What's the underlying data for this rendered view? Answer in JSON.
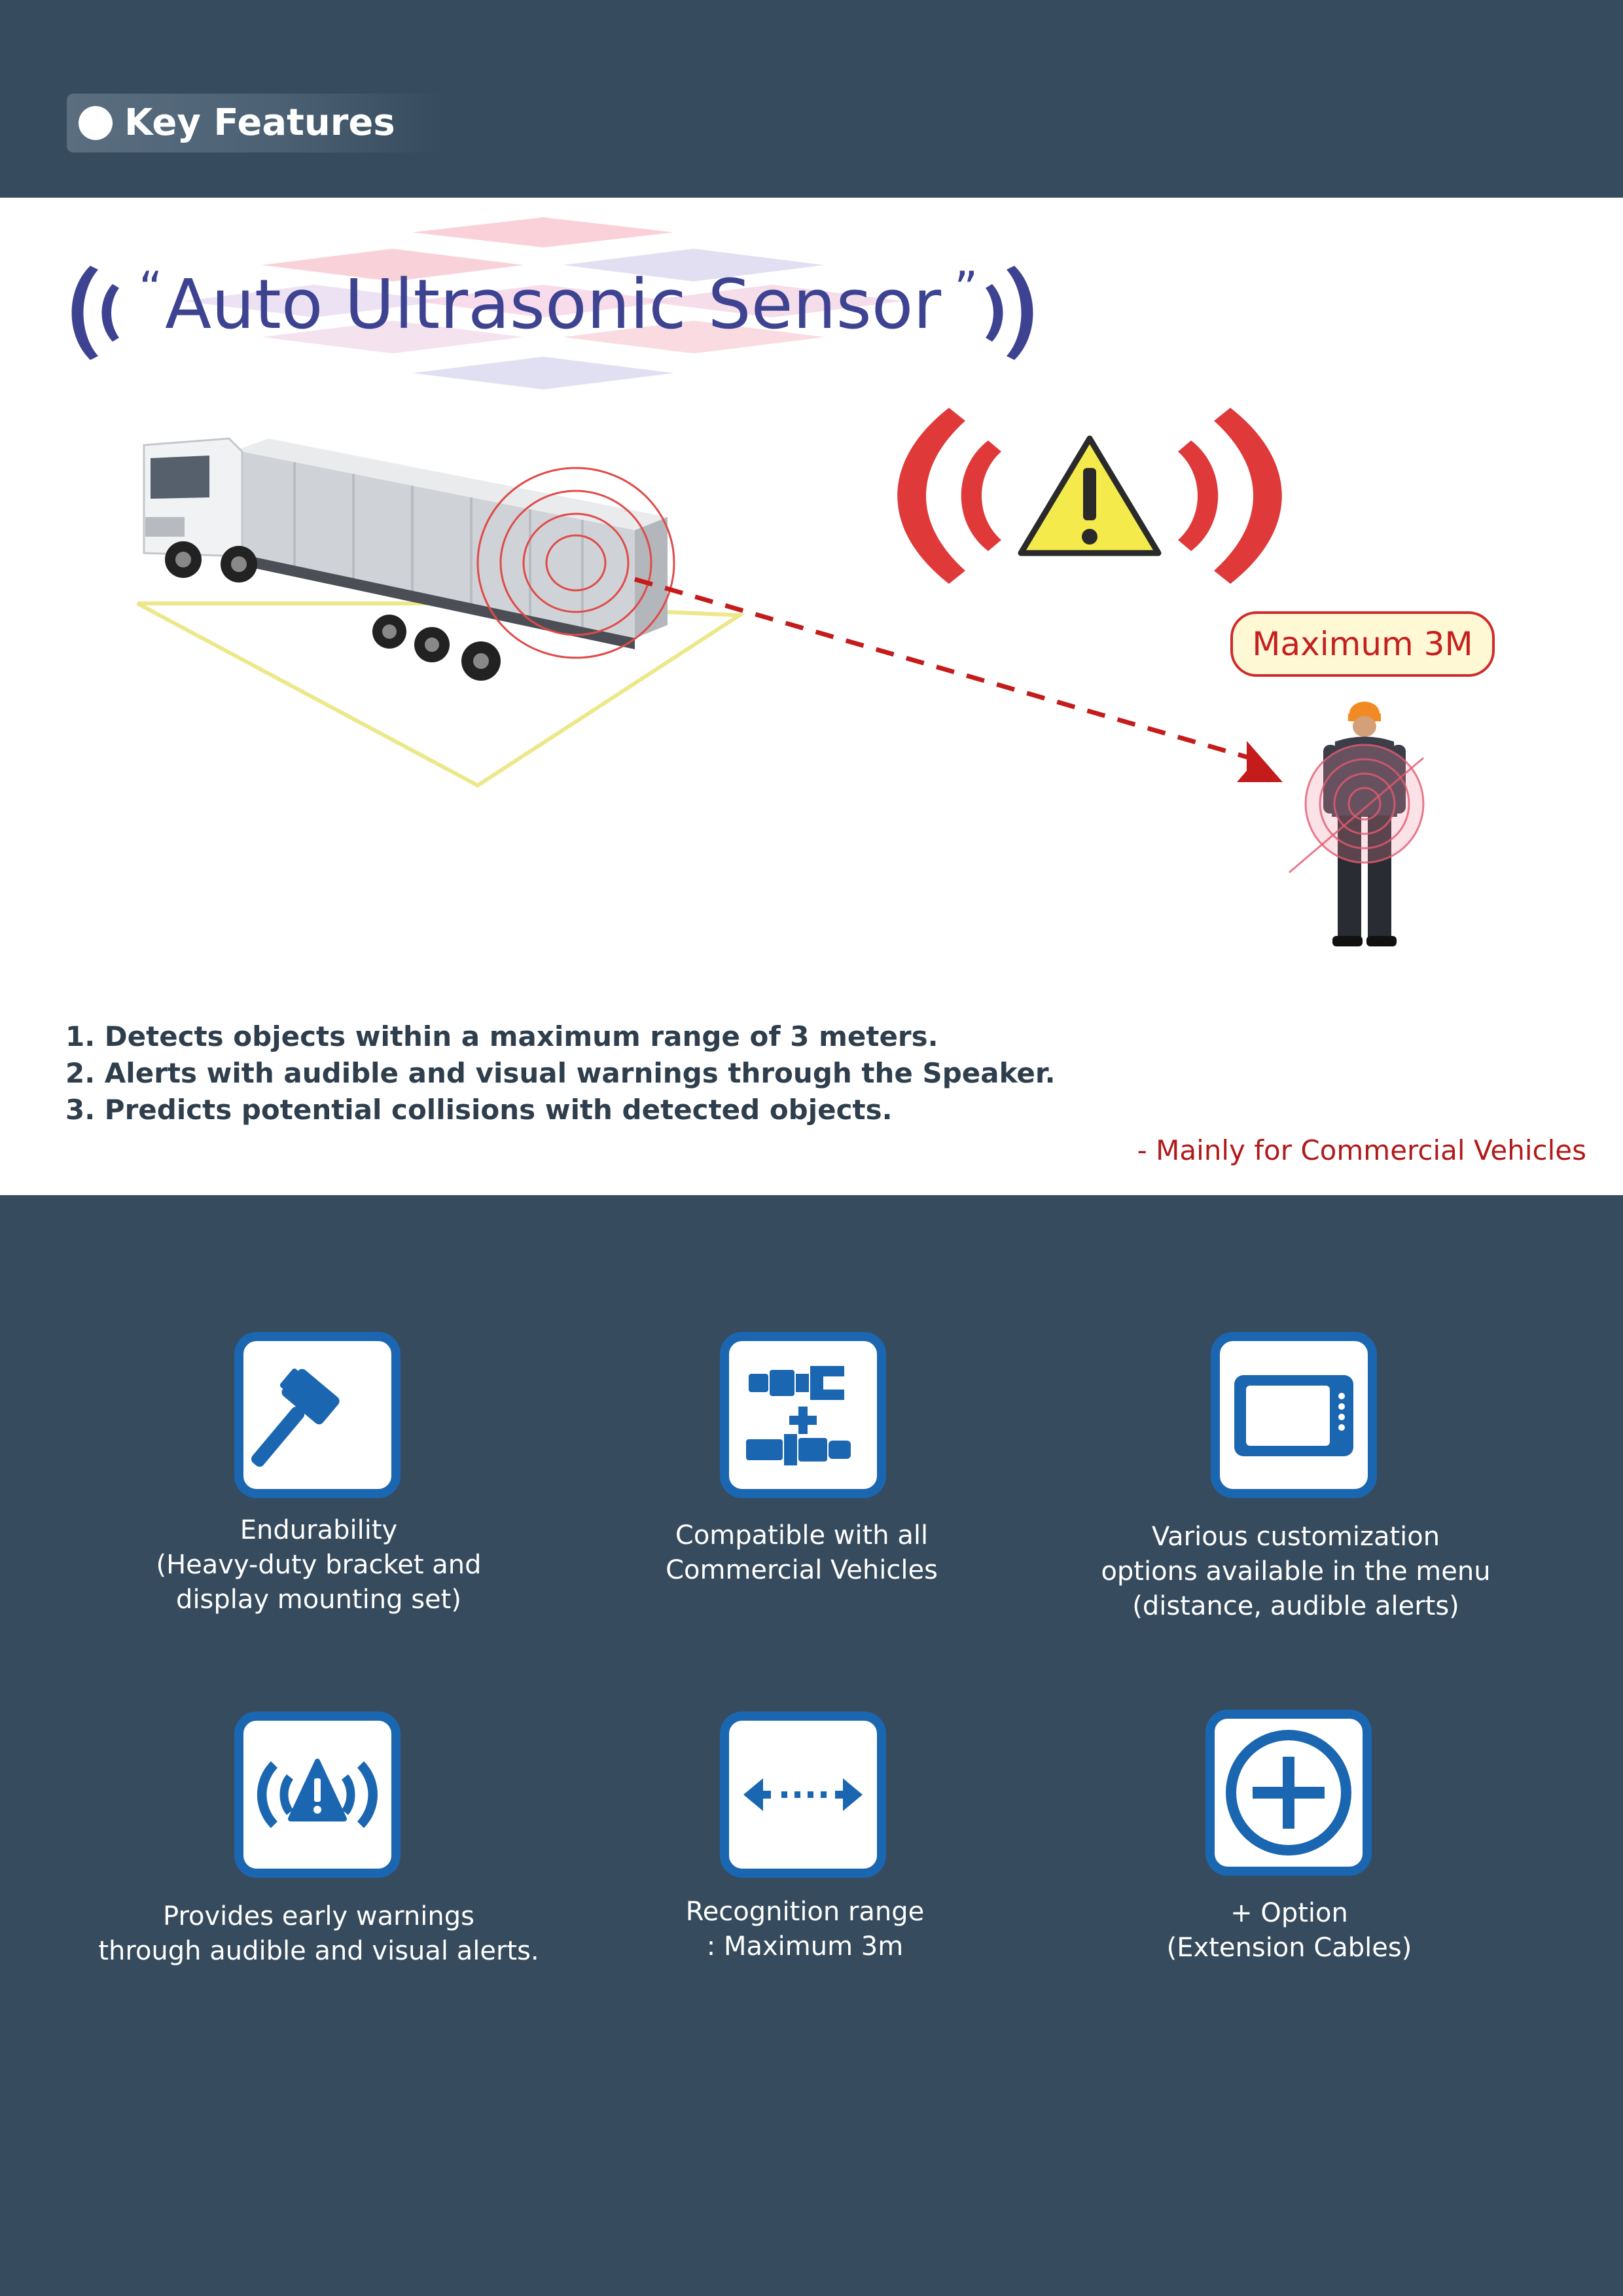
{
  "header": {
    "title": "Key Features"
  },
  "hero": {
    "title": "Auto Ultrasonic Sensor",
    "range_badge": "Maximum 3M",
    "features": [
      "1. Detects objects within a maximum range of 3 meters.",
      "2. Alerts with audible and visual warnings through the Speaker.",
      "3. Predicts potential collisions with detected objects."
    ],
    "note": "- Mainly for Commercial Vehicles",
    "colors": {
      "alert_red": "#e0393a",
      "warning_yellow": "#f4ea4c",
      "title_navy": "#3e4391"
    }
  },
  "feature_grid": [
    {
      "icon": "hammer-icon",
      "lines": [
        "Endurability",
        "(Heavy-duty bracket and",
        "display mounting set)"
      ]
    },
    {
      "icon": "connector-plus-icon",
      "lines": [
        "Compatible with all",
        "Commercial Vehicles"
      ]
    },
    {
      "icon": "monitor-icon",
      "lines": [
        "Various customization",
        "options available in the menu",
        "(distance, audible alerts)"
      ]
    },
    {
      "icon": "warning-sound-icon",
      "lines": [
        "Provides early warnings",
        "through audible and visual alerts."
      ]
    },
    {
      "icon": "range-arrows-icon",
      "lines": [
        "Recognition range",
        ": Maximum 3m"
      ]
    },
    {
      "icon": "plus-circle-icon",
      "lines": [
        "+ Option",
        "(Extension Cables)"
      ]
    }
  ],
  "theme": {
    "background": "#364b5d",
    "icon_blue": "#1b66b0"
  }
}
